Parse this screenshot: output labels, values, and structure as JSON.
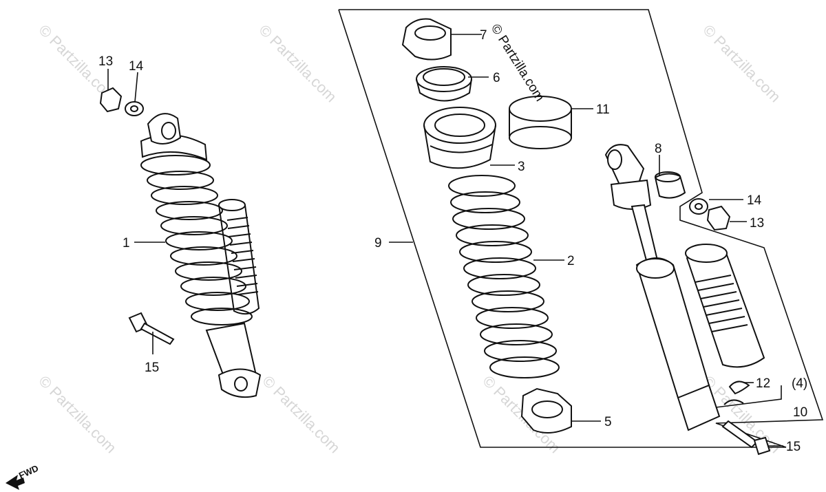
{
  "watermark": {
    "text": "© Partzilla.com",
    "embedded_text": "© Partzilla.com"
  },
  "fwd_label": "FWD",
  "callouts": {
    "c13_left": "13",
    "c14_left": "14",
    "c1": "1",
    "c15_left": "15",
    "c7": "7",
    "c6": "6",
    "c11": "11",
    "c3": "3",
    "c9": "9",
    "c2": "2",
    "c5": "5",
    "c8": "8",
    "c14_right": "14",
    "c13_right": "13",
    "c12": "12",
    "c12_qty": "(4)",
    "c10": "10",
    "c15_right": "15"
  }
}
